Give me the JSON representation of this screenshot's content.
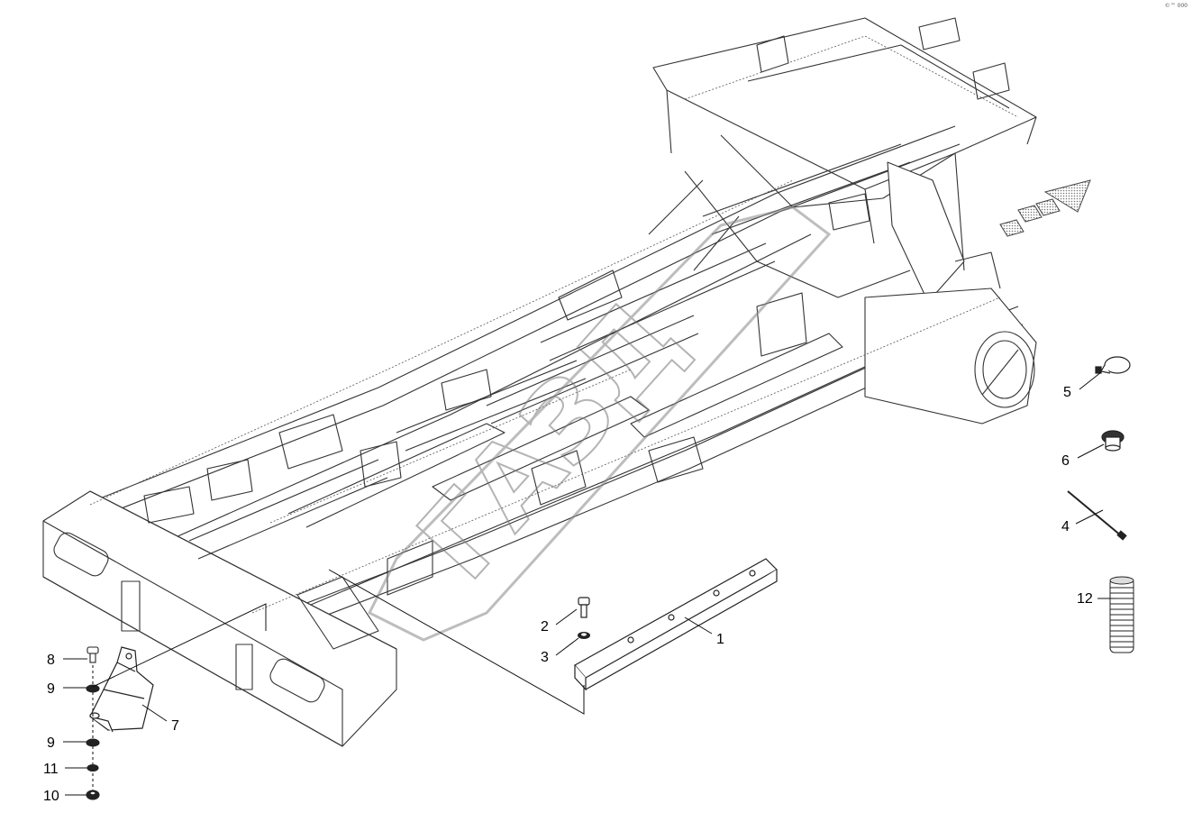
{
  "corner_code": "©™ 000",
  "watermark": "ГАЗД",
  "callouts": [
    "5",
    "6",
    "4",
    "12",
    "1",
    "2",
    "3",
    "7",
    "8",
    "9",
    "9",
    "11",
    "10"
  ],
  "colors": {
    "line": "#333333",
    "fill": "#ffffff",
    "dither": "#888888"
  }
}
